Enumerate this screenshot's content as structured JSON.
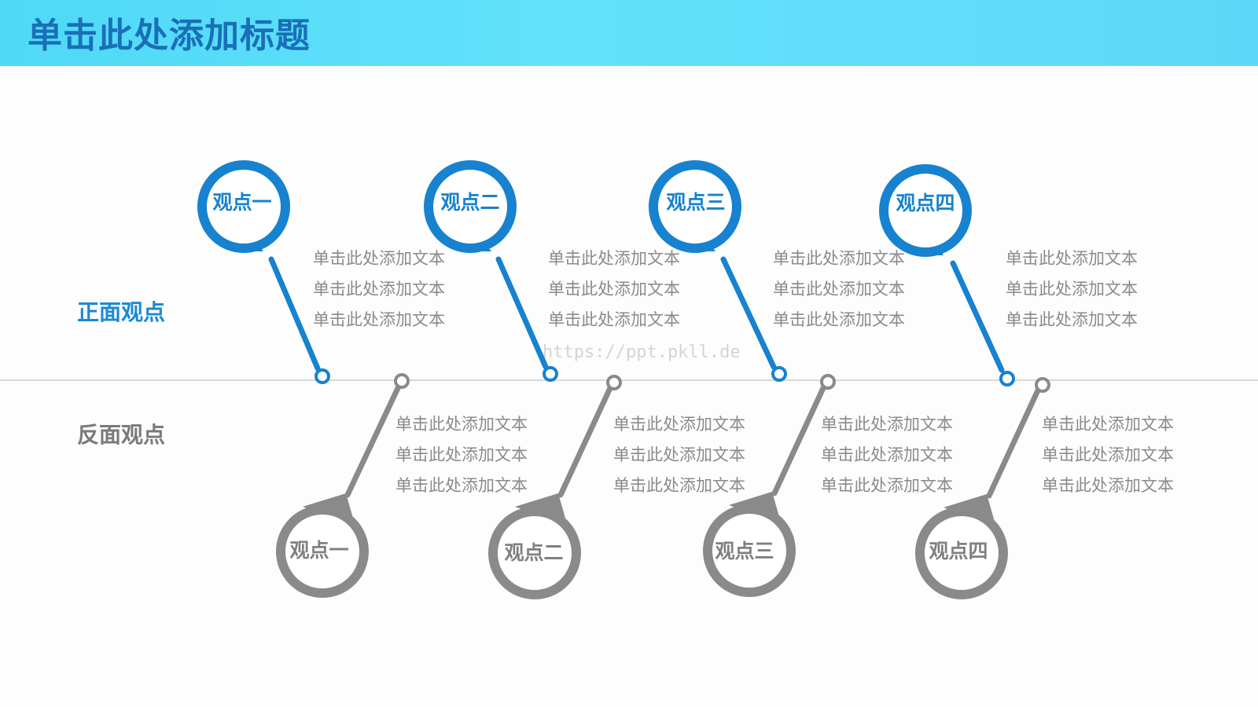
{
  "header": {
    "title": "单击此处添加标题"
  },
  "side_labels": {
    "positive": "正面观点",
    "negative": "反面观点"
  },
  "watermark": "https://ppt.pkll.de",
  "colors": {
    "positive": "#1782cf",
    "negative": "#8a8a8a",
    "header": "#5fdcf8"
  },
  "positive": {
    "pins": [
      {
        "label": "观点一",
        "lines": [
          "单击此处添加文本",
          "单击此处添加文本",
          "单击此处添加文本"
        ]
      },
      {
        "label": "观点二",
        "lines": [
          "单击此处添加文本",
          "单击此处添加文本",
          "单击此处添加文本"
        ]
      },
      {
        "label": "观点三",
        "lines": [
          "单击此处添加文本",
          "单击此处添加文本",
          "单击此处添加文本"
        ]
      },
      {
        "label": "观点四",
        "lines": [
          "单击此处添加文本",
          "单击此处添加文本",
          "单击此处添加文本"
        ]
      }
    ]
  },
  "negative": {
    "pins": [
      {
        "label": "观点一",
        "lines": [
          "单击此处添加文本",
          "单击此处添加文本",
          "单击此处添加文本"
        ]
      },
      {
        "label": "观点二",
        "lines": [
          "单击此处添加文本",
          "单击此处添加文本",
          "单击此处添加文本"
        ]
      },
      {
        "label": "观点三",
        "lines": [
          "单击此处添加文本",
          "单击此处添加文本",
          "单击此处添加文本"
        ]
      },
      {
        "label": "观点四",
        "lines": [
          "单击此处添加文本",
          "单击此处添加文本",
          "单击此处添加文本"
        ]
      }
    ]
  }
}
